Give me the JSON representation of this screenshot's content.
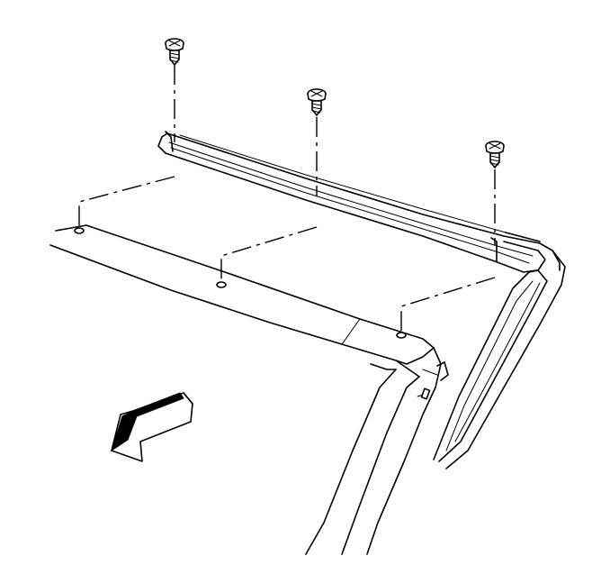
{
  "diagram": {
    "fasteners": [
      {
        "name": "screw-left"
      },
      {
        "name": "screw-center"
      },
      {
        "name": "screw-right"
      }
    ],
    "colors": {
      "line": "#000000",
      "background": "#ffffff"
    },
    "icons": [
      "screw-icon",
      "direction-arrow-icon"
    ]
  }
}
